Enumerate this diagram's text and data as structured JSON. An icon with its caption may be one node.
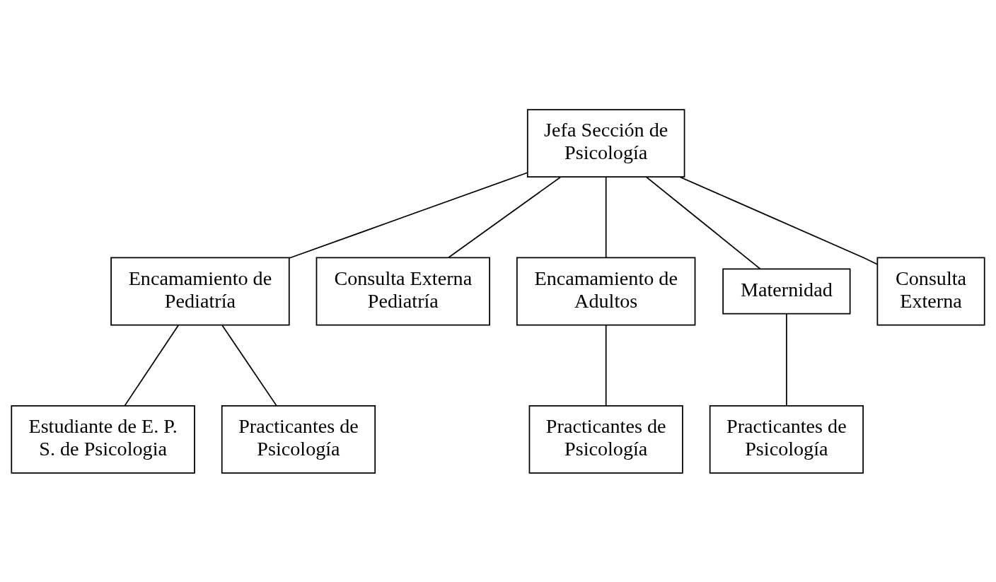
{
  "diagram": {
    "nodes": [
      {
        "text": [
          "Jefa Sección de Psicología"
        ]
      },
      {
        "text": [
          "Encamamiento de Pediatría"
        ]
      },
      {
        "text": [
          "Consulta Externa Pediatría"
        ]
      },
      {
        "text": [
          "Encamamiento de Adultos"
        ]
      },
      {
        "text": [
          "Maternidad"
        ]
      },
      {
        "text": [
          "Consulta Externa"
        ]
      },
      {
        "text": [
          "Estudiante de E. P. S. de Psicologia"
        ]
      },
      {
        "text": [
          "Practicantes de Psicología"
        ]
      },
      {
        "text": [
          "Practicantes de Psicología"
        ]
      },
      {
        "text": [
          "Practicantes de Psicología"
        ]
      }
    ],
    "edges": [
      {
        "from": 0,
        "to": 1,
        "arrow": "none"
      },
      {
        "from": 0,
        "to": 2,
        "arrow": "none"
      },
      {
        "from": 0,
        "to": 3,
        "arrow": "none"
      },
      {
        "from": 0,
        "to": 4,
        "arrow": "none"
      },
      {
        "from": 0,
        "to": 5,
        "arrow": "none"
      },
      {
        "from": 1,
        "to": 6,
        "arrow": "none"
      },
      {
        "from": 1,
        "to": 7,
        "arrow": "none"
      },
      {
        "from": 3,
        "to": 8,
        "arrow": "none"
      },
      {
        "from": 4,
        "to": 9,
        "arrow": "none"
      }
    ]
  }
}
